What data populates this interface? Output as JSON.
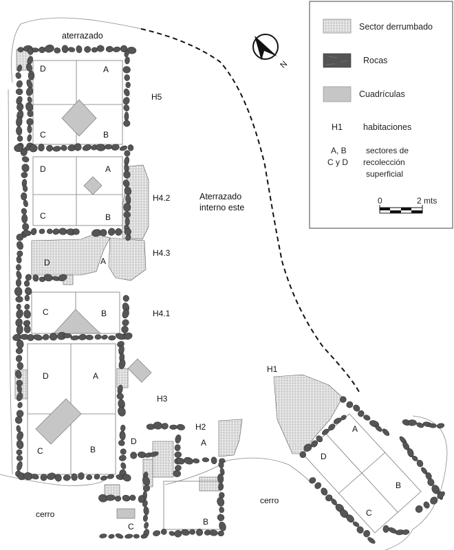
{
  "legend": {
    "items": [
      {
        "key": "rubble",
        "label": "Sector derrumbado"
      },
      {
        "key": "rocks",
        "label": "Rocas"
      },
      {
        "key": "grids",
        "label": "Cuadrículas"
      },
      {
        "key": "rooms",
        "code": "H1",
        "label": "habitaciones"
      },
      {
        "key": "sectors",
        "code": "A, B C y D",
        "code_line1": "A, B",
        "code_line2": "C y D",
        "label_line1": "sectores de",
        "label_line2": "recolección",
        "label_line3": "superficial"
      }
    ],
    "scale": {
      "start": "0",
      "end": "2 mts"
    }
  },
  "north_label": "N",
  "terraces": {
    "top": "aterrazado",
    "east_line1": "Aterrazado",
    "east_line2": "interno este"
  },
  "hills": {
    "left": "cerro",
    "right": "cerro"
  },
  "rooms": {
    "H5": "H5",
    "H4_2": "H4.2",
    "H4_3": "H4.3",
    "H4_1": "H4.1",
    "H3": "H3",
    "H2": "H2",
    "H1": "H1"
  },
  "sectors": {
    "h5": {
      "D": "D",
      "A": "A",
      "C": "C",
      "B": "B"
    },
    "h42": {
      "D": "D",
      "A": "A",
      "C": "C",
      "B": "B"
    },
    "h43": {
      "D": "D",
      "A": "A"
    },
    "h41": {
      "C": "C",
      "B": "B"
    },
    "h3": {
      "D": "D",
      "A": "A",
      "C": "C",
      "B": "B",
      "D2": "D"
    },
    "h2": {
      "A": "A",
      "B": "B",
      "C": "C"
    },
    "h1": {
      "A": "A",
      "D": "D",
      "B": "B",
      "C": "C"
    }
  },
  "colors": {
    "rock": "#555555",
    "rubble_hatch": "#9a9a9a",
    "grid_fill": "#c6c6c6",
    "dashed_line": "#111111"
  }
}
